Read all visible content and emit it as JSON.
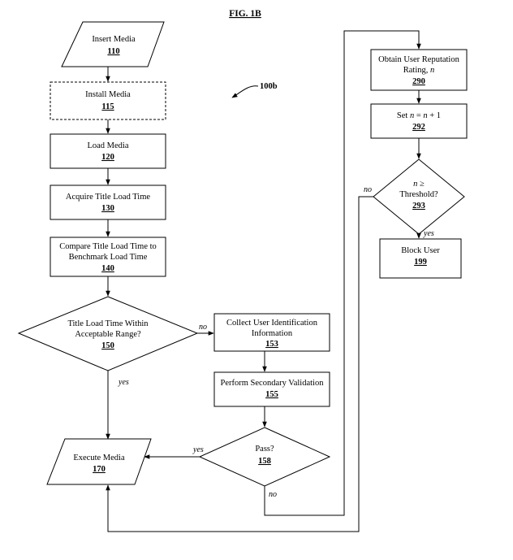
{
  "figure": {
    "title": "FIG. 1B",
    "ref": "100b"
  },
  "nodes": {
    "insert_media": {
      "label": "Insert Media",
      "num": "110"
    },
    "install_media": {
      "label": "Install Media",
      "num": "115"
    },
    "load_media": {
      "label": "Load Media",
      "num": "120"
    },
    "acquire_time": {
      "label": "Acquire Title Load Time",
      "num": "130"
    },
    "compare_time": {
      "line1": "Compare Title Load Time to",
      "line2": "Benchmark Load Time",
      "num": "140"
    },
    "within_range": {
      "line1": "Title Load Time Within",
      "line2": "Acceptable Range?",
      "num": "150"
    },
    "collect_info": {
      "line1": "Collect User Identification",
      "line2": "Information",
      "num": "153"
    },
    "secondary_val": {
      "label": "Perform Secondary Validation",
      "num": "155"
    },
    "pass": {
      "label": "Pass?",
      "num": "158"
    },
    "execute_media": {
      "label": "Execute Media",
      "num": "170"
    },
    "obtain_rep": {
      "line1": "Obtain User Reputation",
      "line2_prefix": "Rating, ",
      "line2_var": "n",
      "num": "290"
    },
    "set_n": {
      "var1": "n",
      "eq": " = ",
      "var2": "n",
      "plus": " + 1",
      "prefix": "Set ",
      "num": "292"
    },
    "threshold": {
      "var": "n",
      "ge": " ≥",
      "line2": "Threshold?",
      "num": "293"
    },
    "block_user": {
      "label": "Block User",
      "num": "199"
    }
  },
  "edges": {
    "range_no": "no",
    "range_yes": "yes",
    "pass_yes": "yes",
    "pass_no": "no",
    "threshold_no": "no",
    "threshold_yes": "yes"
  }
}
